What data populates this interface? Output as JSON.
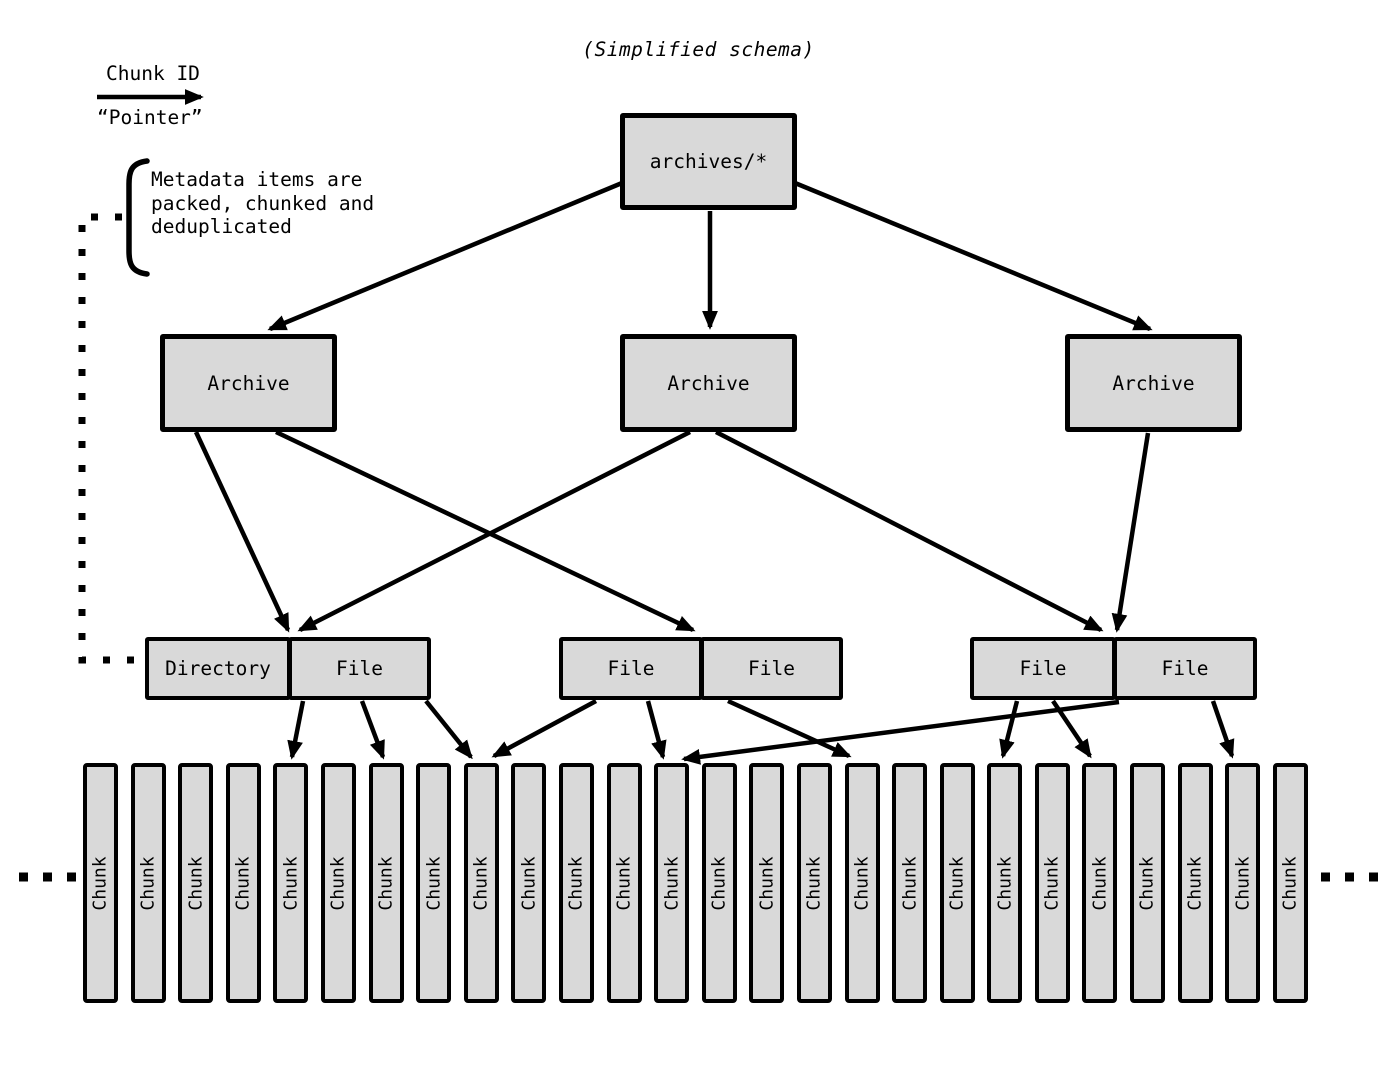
{
  "title": "(Simplified schema)",
  "legend": {
    "arrow_label_top": "Chunk ID",
    "arrow_label_bottom": "“Pointer”"
  },
  "note": "Metadata items are\npacked, chunked and\ndeduplicated",
  "root": {
    "label": "archives/*"
  },
  "archives": [
    {
      "label": "Archive"
    },
    {
      "label": "Archive"
    },
    {
      "label": "Archive"
    }
  ],
  "pairs": [
    {
      "cells": [
        {
          "label": "Directory"
        },
        {
          "label": "File"
        }
      ]
    },
    {
      "cells": [
        {
          "label": "File"
        },
        {
          "label": "File"
        }
      ]
    },
    {
      "cells": [
        {
          "label": "File"
        },
        {
          "label": "File"
        }
      ]
    }
  ],
  "chunks": {
    "label": "Chunk",
    "count": 26
  },
  "colors": {
    "box_fill": "#d9d9d9",
    "stroke": "#000000",
    "background": "#ffffff"
  }
}
